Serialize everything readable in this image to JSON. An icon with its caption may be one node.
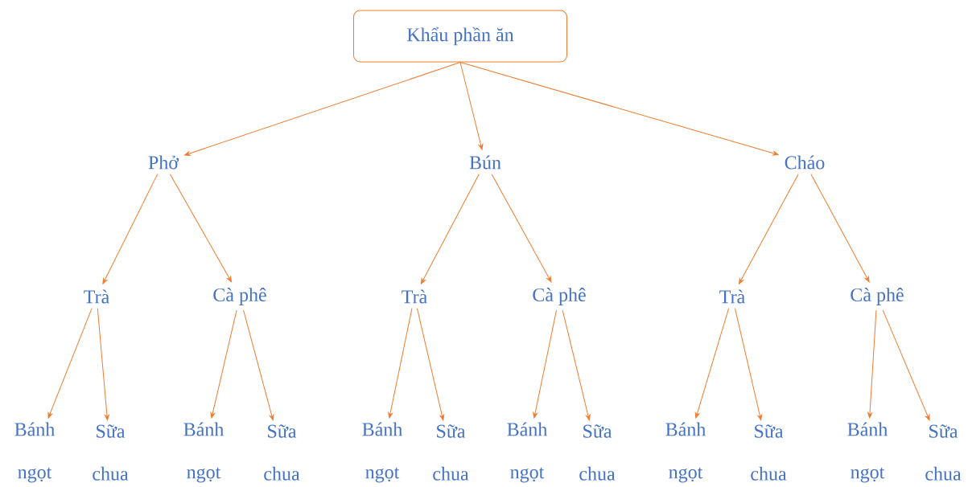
{
  "diagram": {
    "nodes": [
      {
        "text": [
          "Khẩu phần ăn"
        ]
      },
      {
        "text": [
          "Phở"
        ]
      },
      {
        "text": [
          "Bún"
        ]
      },
      {
        "text": [
          "Cháo"
        ]
      },
      {
        "text": [
          "Trà"
        ]
      },
      {
        "text": [
          "Cà phê"
        ]
      },
      {
        "text": [
          "Trà"
        ]
      },
      {
        "text": [
          "Cà phê"
        ]
      },
      {
        "text": [
          "Trà"
        ]
      },
      {
        "text": [
          "Cà phê"
        ]
      },
      {
        "text": [
          "Bánh ngọt"
        ]
      },
      {
        "text": [
          "Sữa chua"
        ]
      },
      {
        "text": [
          "Bánh ngọt"
        ]
      },
      {
        "text": [
          "Sữa chua"
        ]
      },
      {
        "text": [
          "Bánh ngọt"
        ]
      },
      {
        "text": [
          "Sữa chua"
        ]
      },
      {
        "text": [
          "Bánh ngọt"
        ]
      },
      {
        "text": [
          "Sữa chua"
        ]
      },
      {
        "text": [
          "Bánh ngọt"
        ]
      },
      {
        "text": [
          "Sữa chua"
        ]
      },
      {
        "text": [
          "Bánh ngọt"
        ]
      },
      {
        "text": [
          "Sữa chua"
        ]
      }
    ],
    "edges": [
      {
        "from": 0,
        "to": 1,
        "arrow": "to"
      },
      {
        "from": 0,
        "to": 2,
        "arrow": "to"
      },
      {
        "from": 0,
        "to": 3,
        "arrow": "to"
      },
      {
        "from": 1,
        "to": 4,
        "arrow": "to"
      },
      {
        "from": 1,
        "to": 5,
        "arrow": "to"
      },
      {
        "from": 2,
        "to": 6,
        "arrow": "to"
      },
      {
        "from": 2,
        "to": 7,
        "arrow": "to"
      },
      {
        "from": 3,
        "to": 8,
        "arrow": "to"
      },
      {
        "from": 3,
        "to": 9,
        "arrow": "to"
      },
      {
        "from": 4,
        "to": 10,
        "arrow": "to"
      },
      {
        "from": 4,
        "to": 11,
        "arrow": "to"
      },
      {
        "from": 5,
        "to": 12,
        "arrow": "to"
      },
      {
        "from": 5,
        "to": 13,
        "arrow": "to"
      },
      {
        "from": 6,
        "to": 14,
        "arrow": "to"
      },
      {
        "from": 6,
        "to": 15,
        "arrow": "to"
      },
      {
        "from": 7,
        "to": 16,
        "arrow": "to"
      },
      {
        "from": 7,
        "to": 17,
        "arrow": "to"
      },
      {
        "from": 8,
        "to": 18,
        "arrow": "to"
      },
      {
        "from": 8,
        "to": 19,
        "arrow": "to"
      },
      {
        "from": 9,
        "to": 20,
        "arrow": "to"
      },
      {
        "from": 9,
        "to": 21,
        "arrow": "to"
      }
    ]
  }
}
